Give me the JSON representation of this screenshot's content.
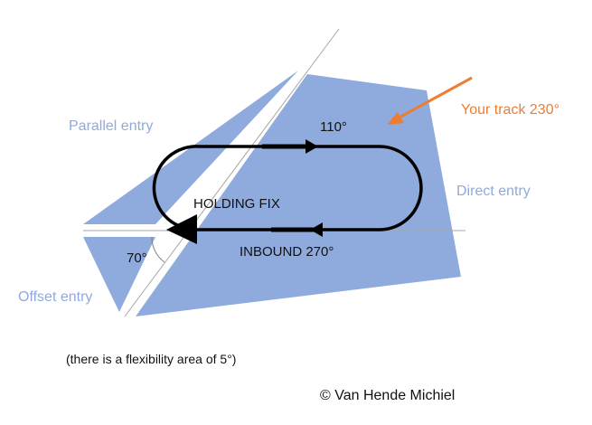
{
  "labels": {
    "parallel_entry": "Parallel entry",
    "direct_entry": "Direct entry",
    "offset_entry": "Offset entry",
    "your_track": "Your track 230°",
    "outbound_heading": "110°",
    "holding_fix": "HOLDING FIX",
    "inbound": "INBOUND 270°",
    "offset_angle": "70°"
  },
  "note": "(there is a flexibility area of 5°)",
  "copyright": "© Van Hende Michiel",
  "colors": {
    "sector_fill": "#8faadc",
    "entry_label": "#8faadc",
    "track_arrow": "#ed7d31",
    "holding_pattern": "#000000",
    "divider_line": "#a6a6a6"
  }
}
